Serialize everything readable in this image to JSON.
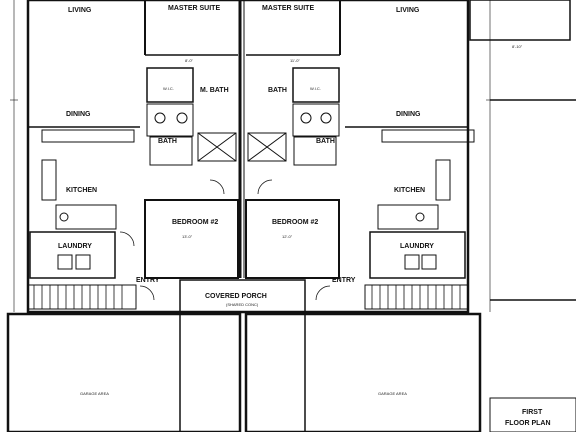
{
  "rooms": {
    "living_left": "LIVING",
    "master_suite_left": "MASTER SUITE",
    "master_suite_right": "MASTER SUITE",
    "living_right": "LIVING",
    "wic_left": "W.I.C.",
    "wic_right": "W.I.C.",
    "m_bath_left": "M. BATH",
    "m_bath_right": "BATH",
    "dining_left": "DINING",
    "dining_right": "DINING",
    "bath_left": "BATH",
    "bath_right": "BATH",
    "kitchen_left": "KITCHEN",
    "kitchen_right": "KITCHEN",
    "bedroom2_left": "BEDROOM #2",
    "bedroom2_right": "BEDROOM #2",
    "laundry_left": "LAUNDRY",
    "laundry_right": "LAUNDRY",
    "entry_left": "ENTRY",
    "entry_right": "ENTRY",
    "covered_porch": "COVERED PORCH",
    "porch_sub": "(SHARED CONC)",
    "garage_left": "GARAGE AREA",
    "garage_right": "GARAGE AREA"
  },
  "title_block": {
    "line1": "FIRST",
    "line2": "FLOOR PLAN"
  },
  "dims": {
    "d1": "8'-0\"",
    "d2": "11'-0\"",
    "d3": "13'-0\"",
    "d4": "12'-0\"",
    "d5": "8'-10\""
  }
}
